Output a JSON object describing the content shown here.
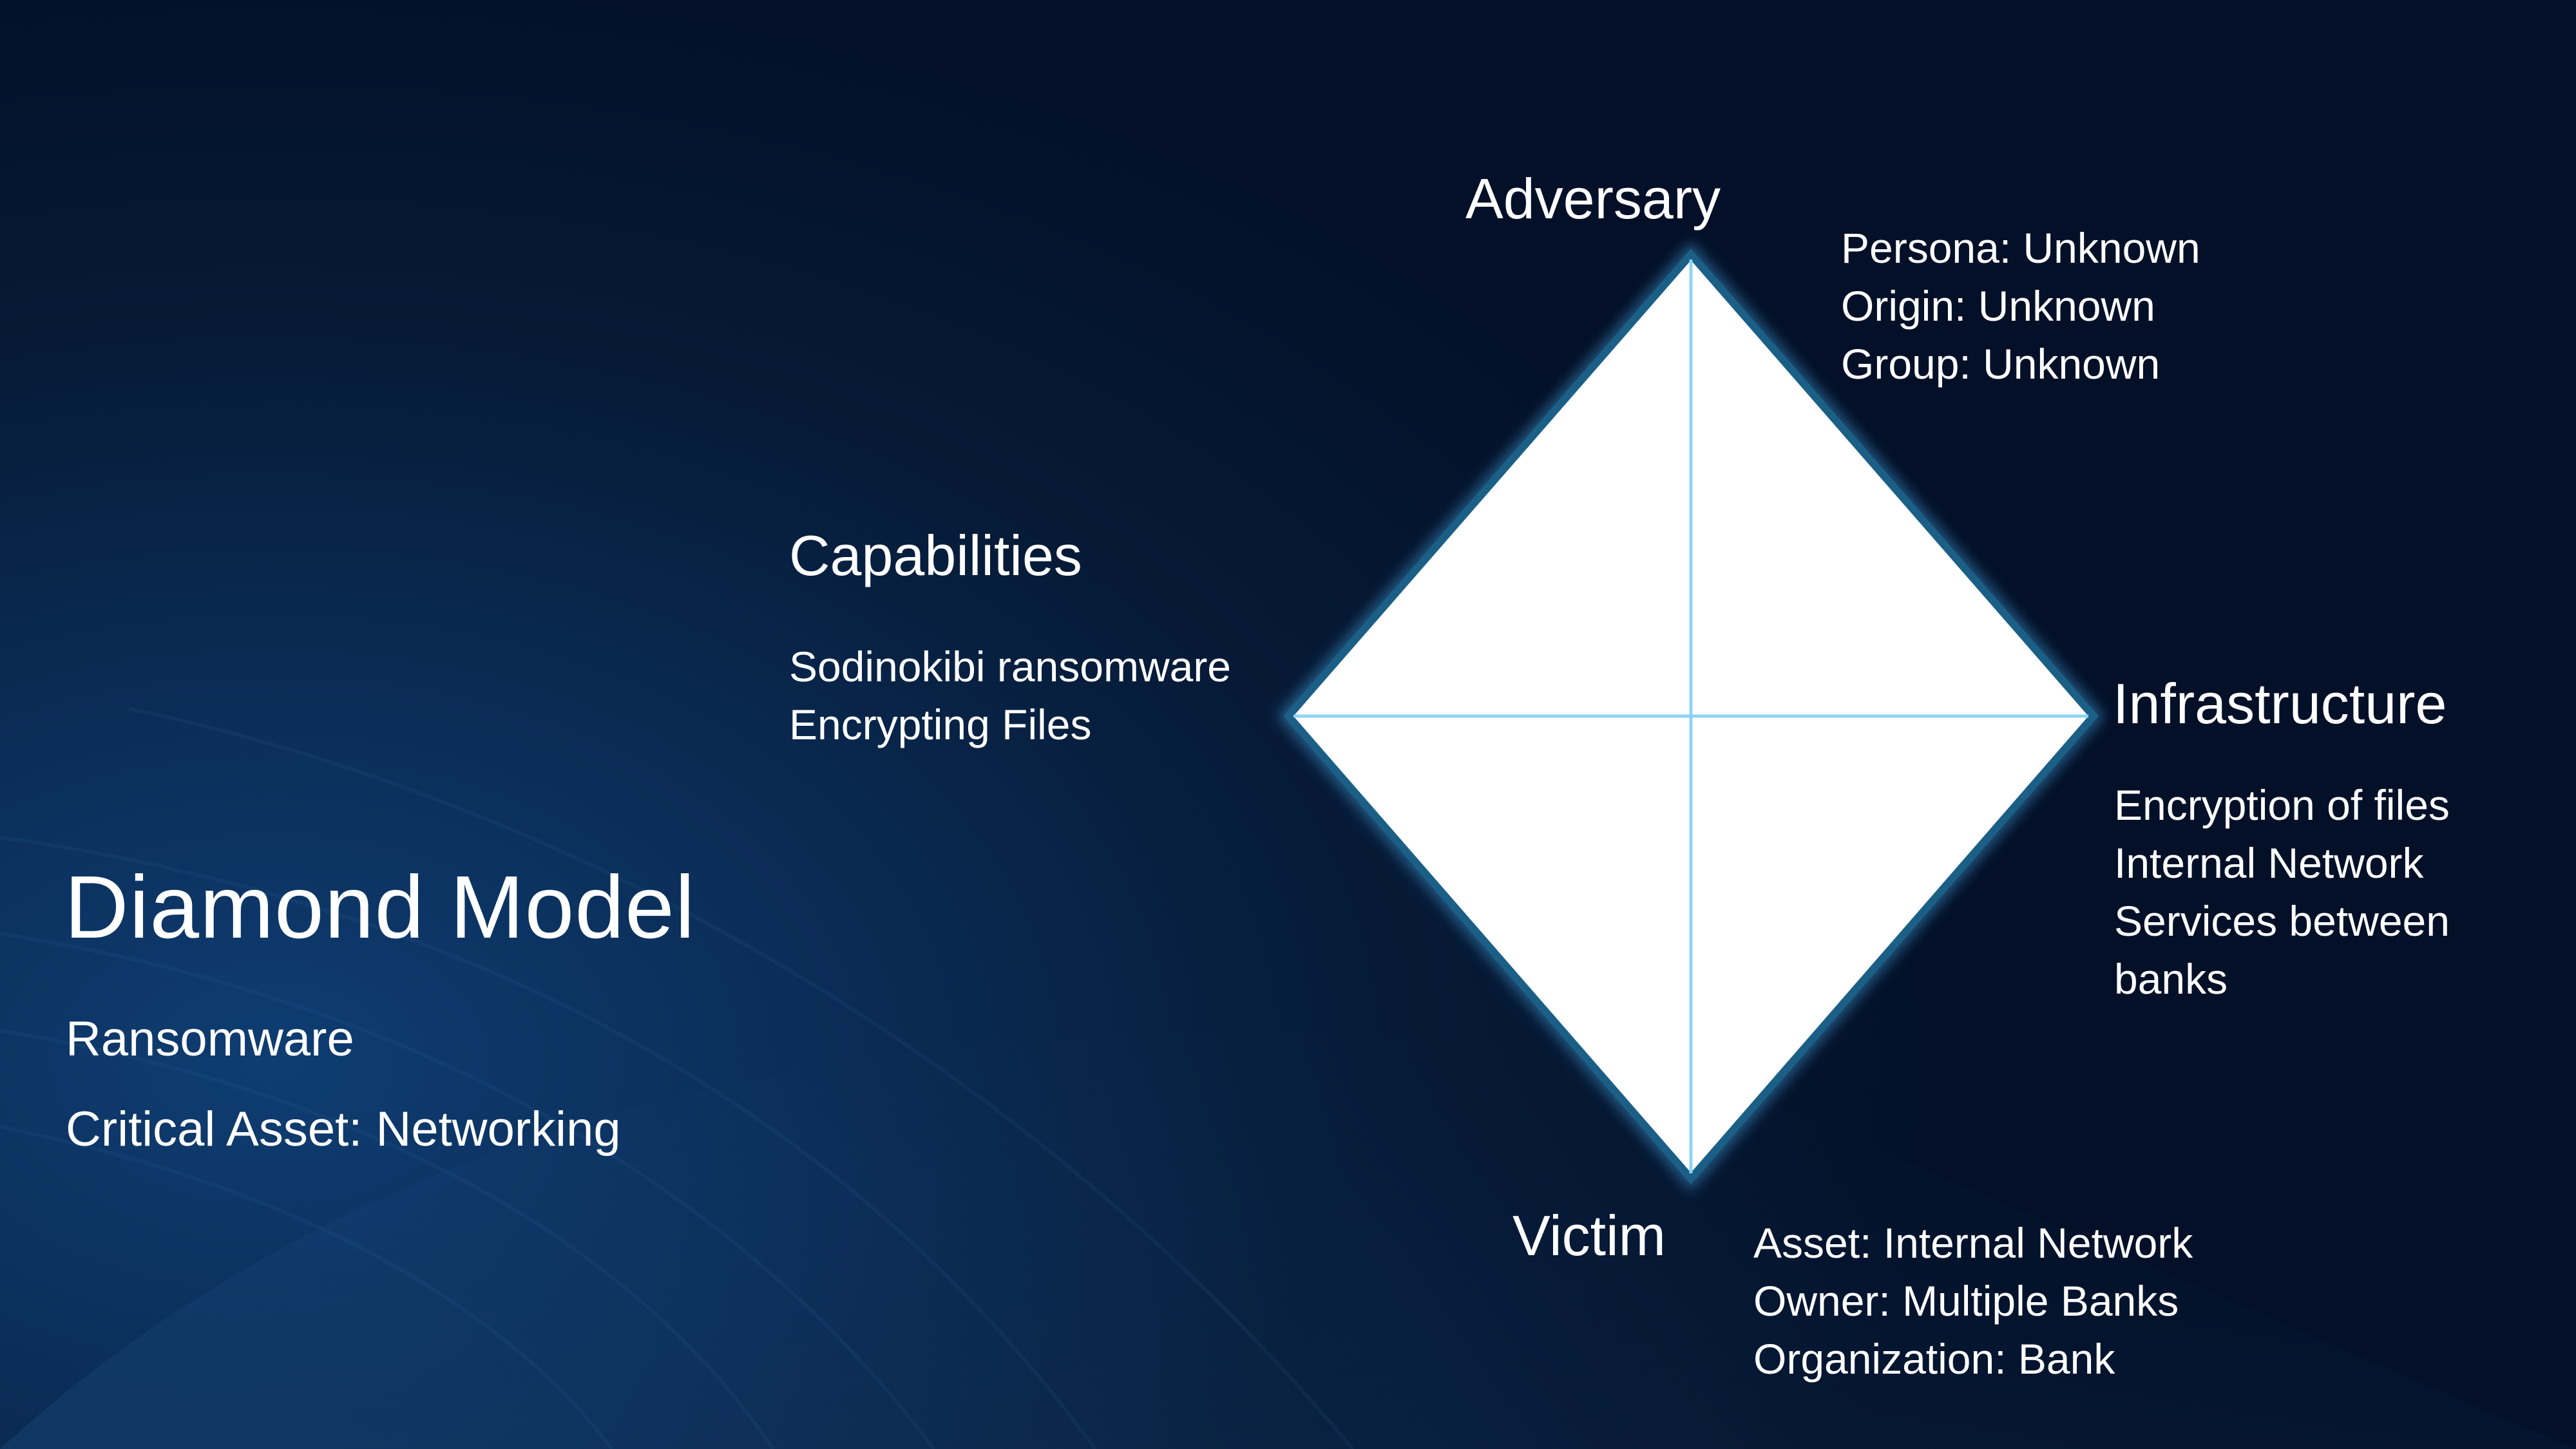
{
  "slide": {
    "title": "Diamond Model",
    "subtitles": [
      "Ransomware",
      "Critical Asset: Networking"
    ]
  },
  "diagram": {
    "adversary": {
      "title": "Adversary",
      "details": [
        "Persona: Unknown",
        "Origin: Unknown",
        "Group: Unknown"
      ]
    },
    "capabilities": {
      "title": "Capabilities",
      "details": [
        "Sodinokibi ransomware",
        "Encrypting Files"
      ]
    },
    "infrastructure": {
      "title": "Infrastructure",
      "details": [
        "Encryption of  files",
        "Internal Network",
        "Services between",
        "banks"
      ]
    },
    "victim": {
      "title": "Victim",
      "details": [
        "Asset: Internal Network",
        "Owner: Multiple Banks",
        "Organization: Bank"
      ]
    }
  },
  "colors": {
    "background": "#061b38",
    "diamond_fill": "#ffffff",
    "diamond_border": "#1b5f86",
    "axis_lines": "#8fd3f4"
  }
}
